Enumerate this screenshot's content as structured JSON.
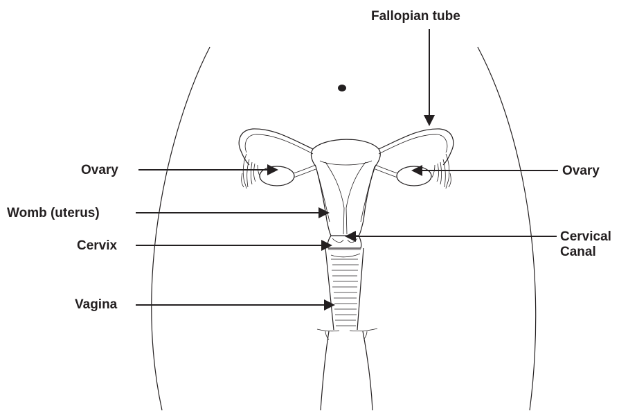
{
  "labels": {
    "fallopian_tube": "Fallopian tube",
    "ovary_left": "Ovary",
    "ovary_right": "Ovary",
    "womb": "Womb (uterus)",
    "cervix": "Cervix",
    "cervical_line1": "Cervical",
    "cervical_line2": "Canal",
    "vagina": "Vagina"
  },
  "colors": {
    "ink": "#231f20",
    "background": "#ffffff"
  }
}
